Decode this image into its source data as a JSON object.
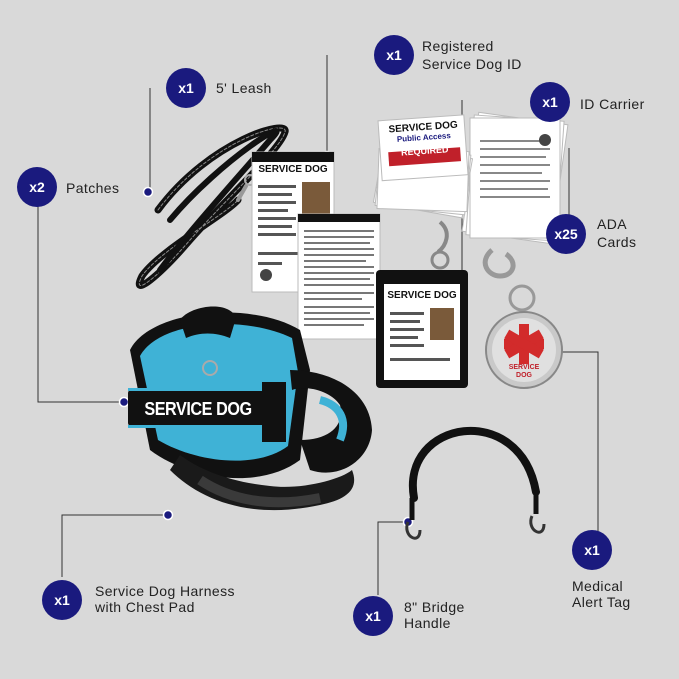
{
  "items": [
    {
      "key": "leash",
      "qty": "x1",
      "label": "5' Leash"
    },
    {
      "key": "patches",
      "qty": "x2",
      "label": "Patches"
    },
    {
      "key": "reg_id",
      "qty": "x1",
      "label1": "Registered",
      "label2": "Service Dog ID"
    },
    {
      "key": "carrier",
      "qty": "x1",
      "label": "ID Carrier"
    },
    {
      "key": "ada",
      "qty": "x25",
      "label1": "ADA",
      "label2": "Cards"
    },
    {
      "key": "harness",
      "qty": "x1",
      "label1": "Service Dog Harness",
      "label2": "with Chest Pad"
    },
    {
      "key": "handle",
      "qty": "x1",
      "label1": "8\" Bridge",
      "label2": "Handle"
    },
    {
      "key": "medical",
      "qty": "x1",
      "label1": "Medical",
      "label2": "Alert Tag"
    }
  ],
  "product_text": {
    "harness_patch": "SERVICE DOG",
    "id_card_title": "SERVICE DOG",
    "carrier_card_title": "SERVICE DOG",
    "ada_card_line1": "SERVICE DOG",
    "ada_card_line2": "Public Access",
    "ada_card_line3": "REQUIRED",
    "tag_text": "SERVICE DOG"
  },
  "colors": {
    "badge": "#1a1a7e",
    "background": "#d9d9d9",
    "harness_mesh": "#3fb2d6",
    "medical_red": "#d22b2b"
  }
}
